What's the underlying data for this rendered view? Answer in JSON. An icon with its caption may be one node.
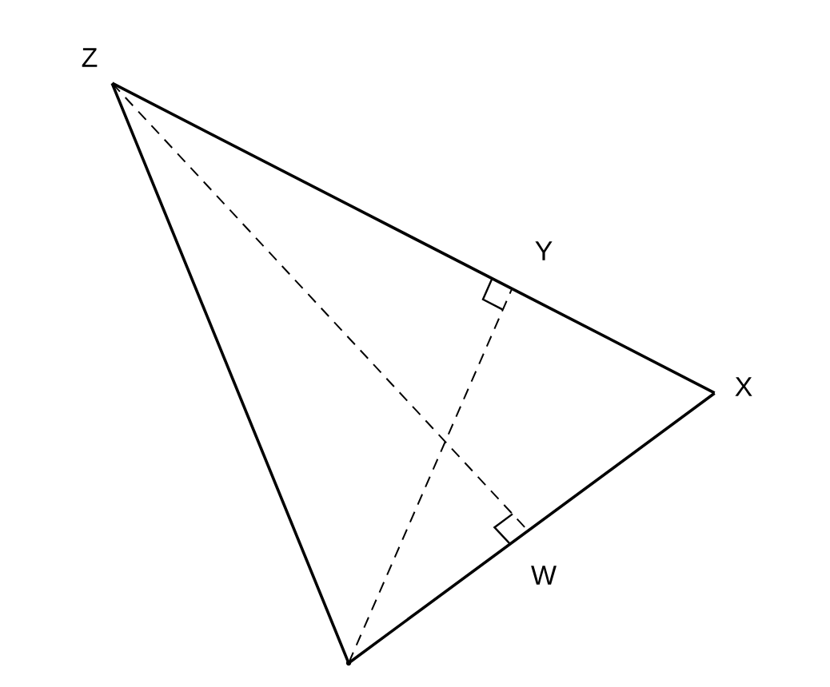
{
  "diagram": {
    "nodes": [
      {
        "text": [
          "Z"
        ]
      },
      {
        "text": [
          "Y"
        ]
      },
      {
        "text": [
          "X"
        ]
      },
      {
        "text": [
          "W"
        ]
      },
      {
        "text": [],
        "shape": "point"
      }
    ],
    "edges": [
      {
        "from": 0,
        "to": 2,
        "arrow": "none"
      },
      {
        "from": 2,
        "to": 4,
        "arrow": "none"
      },
      {
        "from": 4,
        "to": 0,
        "arrow": "none"
      },
      {
        "from": 0,
        "to": 3,
        "arrow": "none",
        "style": "dashed"
      },
      {
        "from": 4,
        "to": 1,
        "arrow": "none",
        "style": "dashed"
      }
    ]
  }
}
